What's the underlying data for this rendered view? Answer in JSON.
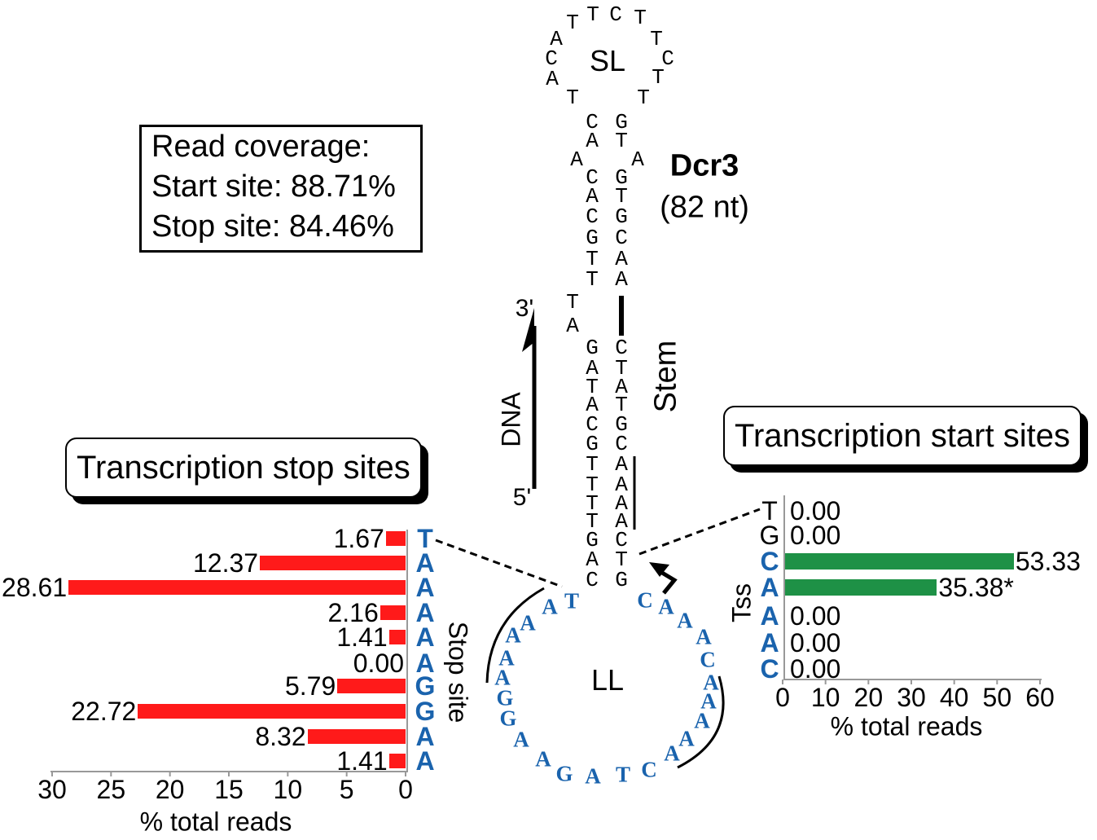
{
  "title": "Dcr3",
  "subtitle": "(82 nt)",
  "coverage": {
    "heading": "Read coverage:",
    "start": "Start site: 88.71%",
    "stop": "Stop site: 84.46%"
  },
  "labels": {
    "sl": "SL",
    "ll": "LL",
    "stem": "Stem",
    "dna": "DNA",
    "three_prime": "3'",
    "five_prime": "5'"
  },
  "sequence": {
    "sl_loop": [
      "A",
      "C",
      "A",
      "T",
      "T",
      "T",
      "C",
      "T",
      "T",
      "C",
      "T",
      "T"
    ],
    "stem_left": [
      "C",
      "A",
      "A",
      "C",
      "A",
      "C",
      "G",
      "T",
      "T",
      "T",
      "A",
      "G",
      "A",
      "T",
      "A",
      "C",
      "G",
      "T",
      "T",
      "T",
      "T",
      "G",
      "A",
      "C"
    ],
    "stem_right": [
      "G",
      "T",
      "A",
      "G",
      "T",
      "G",
      "C",
      "A",
      "A",
      "C",
      "T",
      "A",
      "T",
      "G",
      "C",
      "A",
      "A",
      "A",
      "A",
      "C",
      "T",
      "G"
    ],
    "lower_loop": [
      "T",
      "A",
      "A",
      "A",
      "A",
      "A",
      "G",
      "G",
      "A",
      "A",
      "G",
      "A",
      "T",
      "C",
      "A",
      "A",
      "A",
      "A",
      "A",
      "C",
      "A",
      "A",
      "A",
      "C"
    ]
  },
  "colors": {
    "stop_bar": "#ff1a1a",
    "start_bar": "#1e9146",
    "blue": "#1a63ad"
  },
  "chart_data": [
    {
      "type": "bar",
      "orientation": "horizontal",
      "title": "Transcription stop sites",
      "xlabel": "% total reads",
      "ylabel": "Stop site",
      "xlim": [
        30,
        0
      ],
      "xticks": [
        "30",
        "25",
        "20",
        "15",
        "10",
        "5",
        "0"
      ],
      "categories": [
        "T",
        "A",
        "A",
        "A",
        "A",
        "A",
        "G",
        "G",
        "A",
        "A"
      ],
      "values": [
        1.67,
        12.37,
        28.61,
        2.16,
        1.41,
        0.0,
        5.79,
        22.72,
        8.32,
        1.41
      ],
      "value_labels": [
        "1.67",
        "12.37",
        "28.61",
        "2.16",
        "1.41",
        "0.00",
        "5.79",
        "22.72",
        "8.32",
        "1.41"
      ]
    },
    {
      "type": "bar",
      "orientation": "horizontal",
      "title": "Transcription start sites",
      "xlabel": "% total reads",
      "ylabel": "Tss",
      "xlim": [
        0,
        60
      ],
      "xticks": [
        "0",
        "10",
        "20",
        "30",
        "40",
        "50",
        "60"
      ],
      "categories": [
        "T",
        "G",
        "C",
        "A",
        "A",
        "A",
        "C"
      ],
      "values": [
        0.0,
        0.0,
        53.33,
        35.38,
        0.0,
        0.0,
        0.0
      ],
      "value_labels": [
        "0.00",
        "0.00",
        "53.33",
        "35.38*",
        "0.00",
        "0.00",
        "0.00"
      ]
    }
  ]
}
